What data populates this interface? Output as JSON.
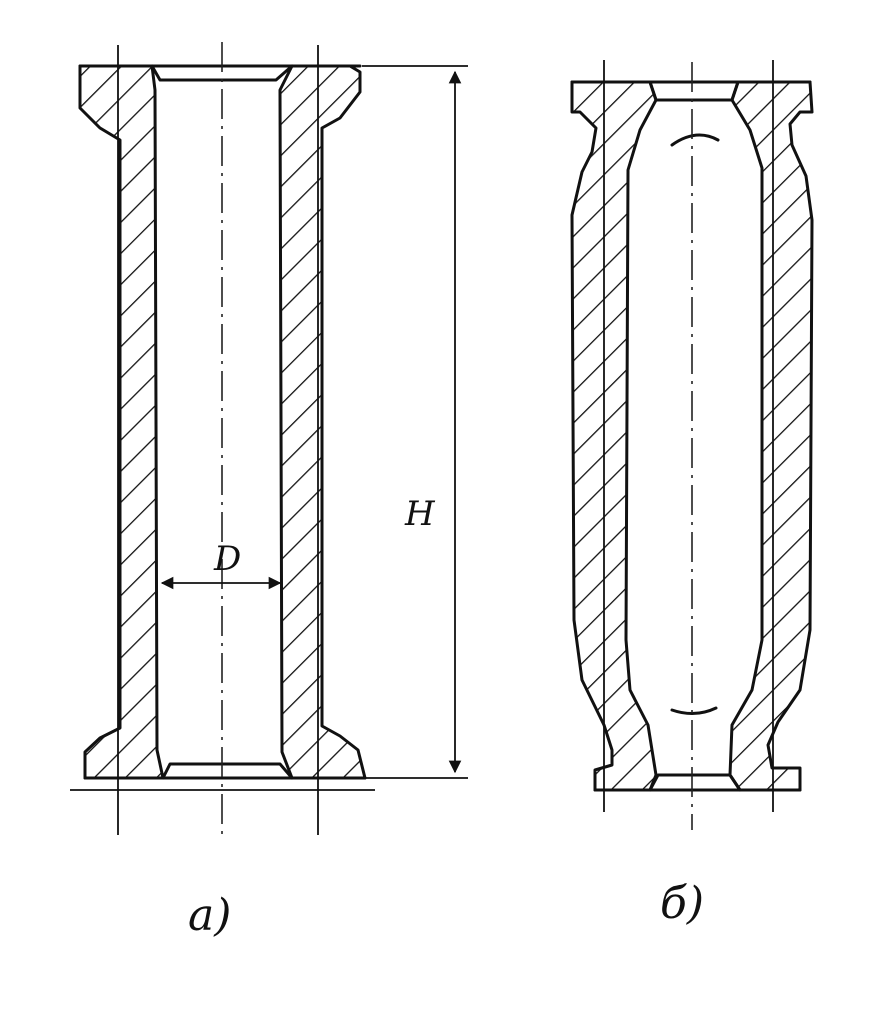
{
  "labels": {
    "dimension_d": "D",
    "dimension_h": "H",
    "caption_a": "a)",
    "caption_b": "б)"
  },
  "colors": {
    "ink": "#111111",
    "paper": "#ffffff"
  }
}
